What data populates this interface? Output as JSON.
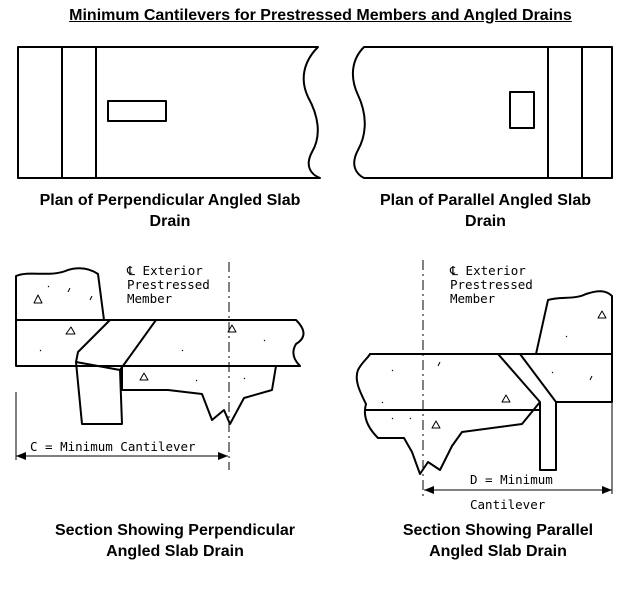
{
  "title": "Minimum Cantilevers for Prestressed Members and Angled Drains",
  "captions": {
    "plan_perpendicular_1": "Plan of Perpendicular Angled Slab",
    "plan_perpendicular_2": "Drain",
    "plan_parallel_1": "Plan of Parallel Angled Slab",
    "plan_parallel_2": "Drain",
    "section_perpendicular_1": "Section Showing Perpendicular",
    "section_perpendicular_2": "Angled Slab Drain",
    "section_parallel_1": "Section Showing Parallel",
    "section_parallel_2": "Angled Slab Drain"
  },
  "labels": {
    "left_member_1": "℄ Exterior",
    "left_member_2": "Prestressed",
    "left_member_3": "Member",
    "right_member_1": "℄ Exterior",
    "right_member_2": "Prestressed",
    "right_member_3": "Member",
    "dim_c": "C = Minimum Cantilever",
    "dim_d_1": "D = Minimum",
    "dim_d_2": "Cantilever"
  }
}
